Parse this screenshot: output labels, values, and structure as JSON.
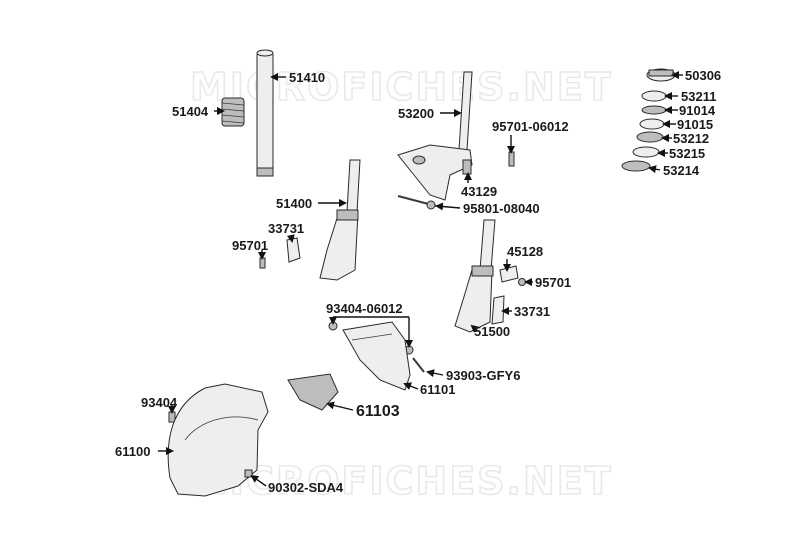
{
  "watermark": "MICROFICHES.NET",
  "parts": {
    "p51410": "51410",
    "p51404": "51404",
    "p53200": "53200",
    "p95701_06012": "95701-06012",
    "p50306": "50306",
    "p53211": "53211",
    "p91014": "91014",
    "p91015": "91015",
    "p53212": "53212",
    "p53215": "53215",
    "p53214": "53214",
    "p43129": "43129",
    "p95801_08040": "95801-08040",
    "p51400": "51400",
    "p33731_left": "33731",
    "p95701_left": "95701",
    "p45128": "45128",
    "p95701_right": "95701",
    "p33731_right": "33731",
    "p51500": "51500",
    "p93404_06012": "93404-06012",
    "p93903_GFY6": "93903-GFY6",
    "p61101": "61101",
    "p61103": "61103",
    "p93404": "93404",
    "p61100": "61100",
    "p90302_SDA4": "90302-SDA4"
  }
}
